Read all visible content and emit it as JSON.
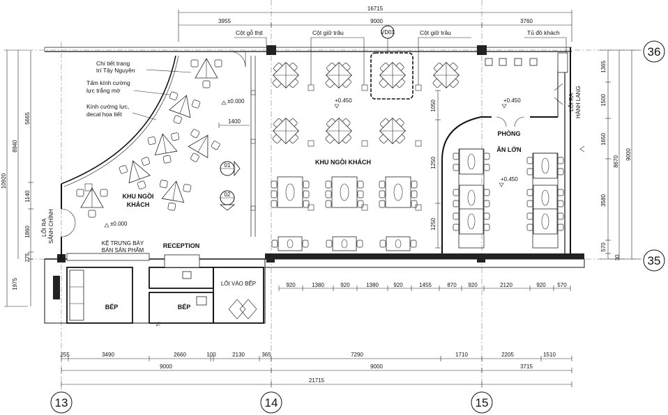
{
  "grid_labels": {
    "g13": "13",
    "g14": "14",
    "g15": "15",
    "g35": "35",
    "g36": "36"
  },
  "top_dims": {
    "overall": "16715",
    "seg1": "3955",
    "seg2": "9000",
    "seg3": "3760"
  },
  "left_dims": {
    "overall": "10920",
    "sub_8940": "8940",
    "d5665": "5665",
    "d1140": "1140",
    "d1860": "1860",
    "d275": "275",
    "d1975": "1975"
  },
  "right_dims": {
    "d1365": "1365",
    "d1500": "1500",
    "d1650": "1650",
    "d3580": "3580",
    "d570": "570",
    "d30": "30",
    "d8670": "8670",
    "d9000": "9000"
  },
  "bottom_dims_row1": [
    "255",
    "3490",
    "2660",
    "100",
    "2130",
    "365",
    "7290",
    "1710",
    "2205",
    "1510"
  ],
  "bottom_dims_row2": [
    "9000",
    "9000",
    "3715"
  ],
  "bottom_overall": "21715",
  "interior_dims": [
    "920",
    "1380",
    "920",
    "1380",
    "920",
    "1455",
    "870",
    "920",
    "2120",
    "920",
    "570"
  ],
  "vertical_interior_dims": {
    "d1050": "1050",
    "d1250a": "1250",
    "d1250b": "1250"
  },
  "dim_1400": "1400",
  "annotations": {
    "cot_go_thit": "Cột gỗ thịt",
    "cot_giu_trau_1": "Cột giữ trâu",
    "cot_giu_trau_2": "Cột giữ trâu",
    "vd01": "VD01",
    "tu_do_khach": "Tủ đồ khách",
    "chi_tiet_l1": "Chi tiết trang",
    "chi_tiet_l2": "trí Tây Nguyên",
    "tam_kinh_l1": "Tấm kính cường",
    "tam_kinh_l2": "lực trắng mờ",
    "kinh_cuong_l1": "Kính cường lực,",
    "kinh_cuong_l2": "decal họa tiết"
  },
  "levels": {
    "l000_a": "±0.000",
    "l000_b": "±0.000",
    "l450_a": "+0.450",
    "l450_b": "+0.450",
    "l450_c": "+0.450"
  },
  "rooms": {
    "khu_ngoi_khach_left_l1": "KHU NGỒI",
    "khu_ngoi_khach_left_l2": "KHÁCH",
    "khu_ngoi_khach_main": "KHU NGỒI KHÁCH",
    "phong_an_lon_l1": "PHÒNG",
    "phong_an_lon_l2": "ĂN LỚN",
    "reception": "RECEPTION",
    "bep_1": "BẾP",
    "bep_2": "BẾP",
    "loi_vao_bep": "LỐI VÀO BẾP",
    "ke_trung_bay_l1": "KỆ TRƯNG BÀY",
    "ke_trung_bay_l2": "BÁN SẢN PHẨM",
    "loi_ra_sanh_l1": "LỐI RA",
    "loi_ra_sanh_l2": "SẢNH CHÍNH",
    "loi_ra_hanh_lang_l1": "LỐI RA",
    "loi_ra_hanh_lang_l2": "HÀNH LANG"
  },
  "section_markers": {
    "m01": "01",
    "m02": "02"
  }
}
